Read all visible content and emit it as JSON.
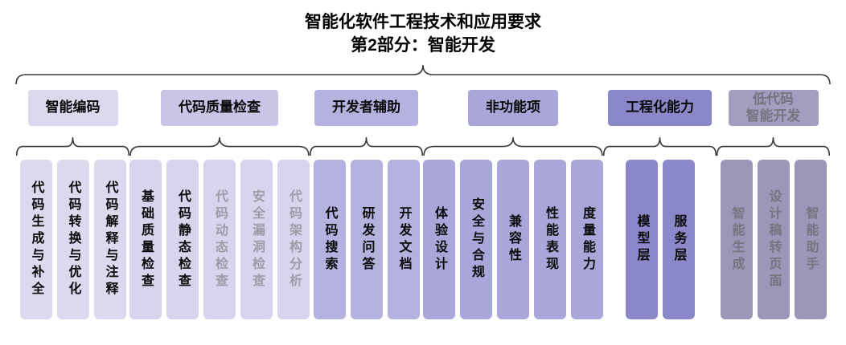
{
  "title": {
    "line1": "智能化软件工程技术和应用要求",
    "line2": "第2部分：智能开发"
  },
  "colors": {
    "g1": "#dcd9ef",
    "g2-header": "#c9c5e7",
    "g2-box": "#d7d4ee",
    "g3": "#b5b2e0",
    "g4": "#a9a6d9",
    "g5": "#8b88c9",
    "g6": "#a19ec0",
    "g6-box": "#9a97b8",
    "text-dark": "#0a0a0a",
    "text-muted": "#9c9ca8",
    "g6-text": "#75747f",
    "brace": "#3a3a3a"
  },
  "groups": [
    {
      "label": "智能编码",
      "items": [
        "代码生成与补全",
        "代码转换与优化",
        "代码解释与注释"
      ]
    },
    {
      "label": "代码质量检查",
      "items": [
        "基础质量检查",
        "代码静态检查",
        "代码动态检查",
        "安全漏洞检查",
        "代码架构分析"
      ]
    },
    {
      "label": "开发者辅助",
      "items": [
        "代码搜索",
        "研发问答",
        "开发文档"
      ]
    },
    {
      "label": "非功能项",
      "items": [
        "体验设计",
        "安全与合规",
        "兼容性",
        "性能表现",
        "度量能力"
      ]
    },
    {
      "label": "工程化能力",
      "items": [
        "模型层",
        "服务层"
      ]
    },
    {
      "label": "低代码智能开发",
      "label_lines": [
        "低代码",
        "智能开发"
      ],
      "items": [
        "智能生成",
        "设计稿转页面",
        "智能助手"
      ]
    }
  ]
}
